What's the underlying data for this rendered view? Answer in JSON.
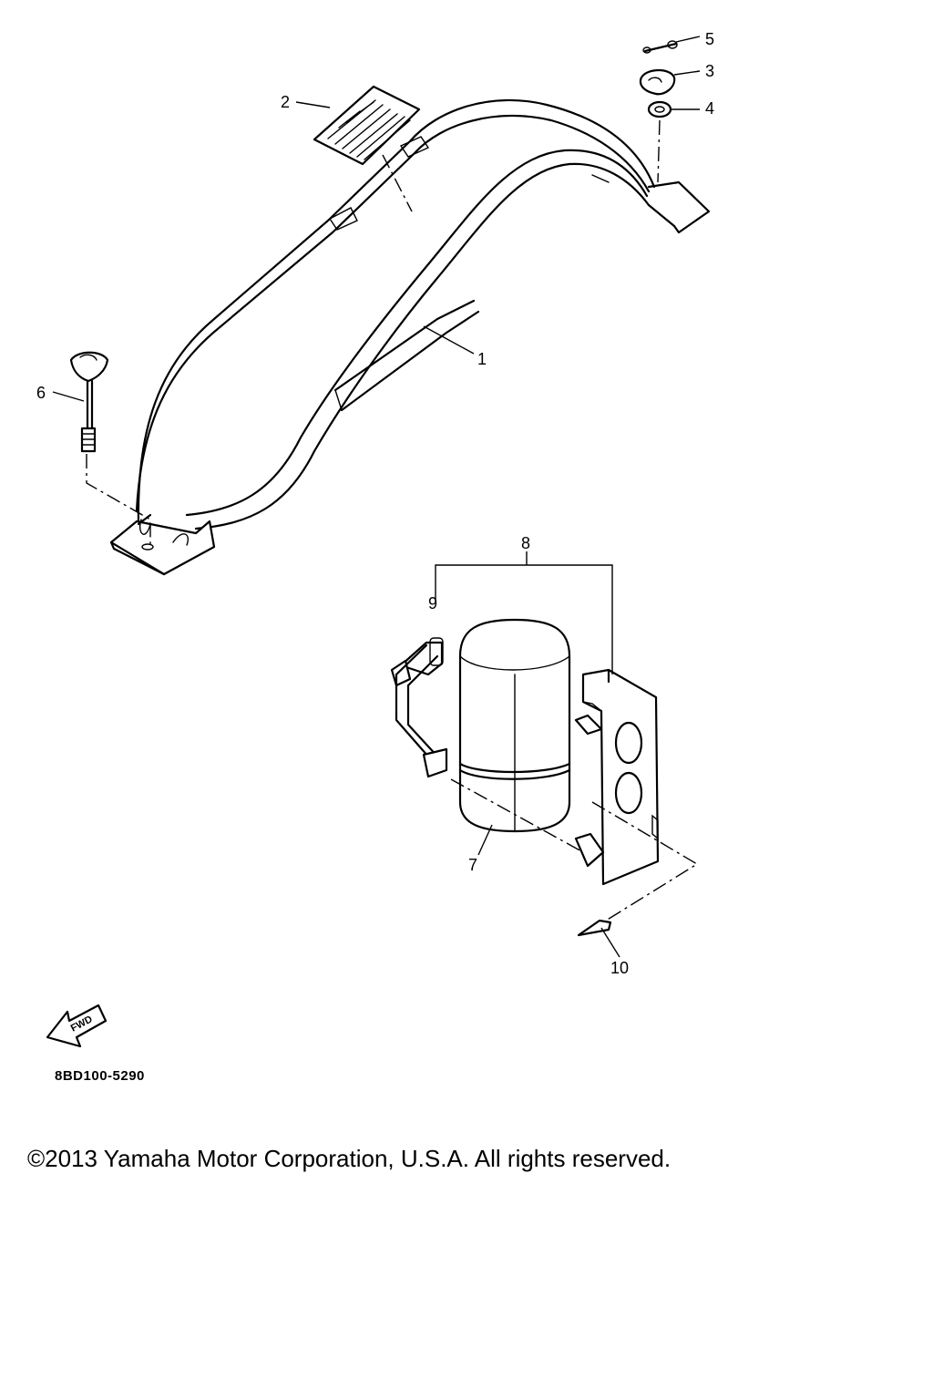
{
  "diagram": {
    "callouts": [
      {
        "id": "1",
        "label": "1"
      },
      {
        "id": "2",
        "label": "2"
      },
      {
        "id": "3",
        "label": "3"
      },
      {
        "id": "4",
        "label": "4"
      },
      {
        "id": "5",
        "label": "5"
      },
      {
        "id": "6",
        "label": "6"
      },
      {
        "id": "7",
        "label": "7"
      },
      {
        "id": "8",
        "label": "8"
      },
      {
        "id": "9",
        "label": "9"
      },
      {
        "id": "10",
        "label": "10"
      }
    ],
    "fwd_label": "FWD",
    "code": "8BD100-5290"
  },
  "footer": {
    "copyright": "©2013 Yamaha Motor Corporation, U.S.A. All rights reserved."
  }
}
